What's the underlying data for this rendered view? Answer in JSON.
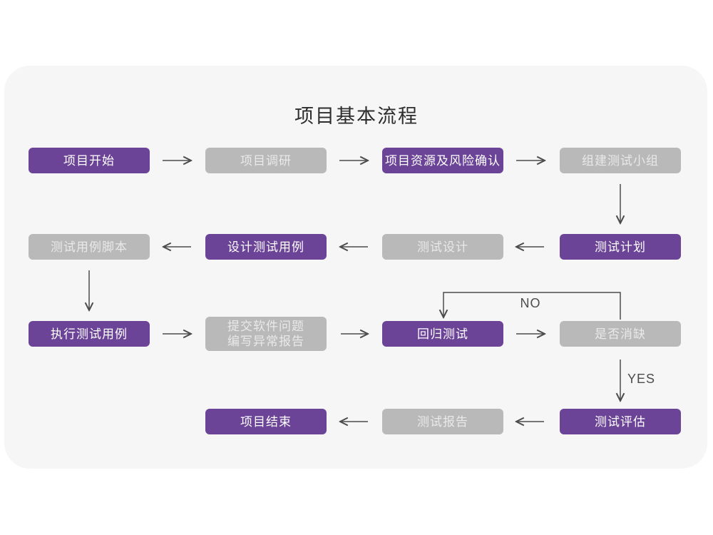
{
  "title": "项目基本流程",
  "diagram": {
    "nodes": [
      {
        "id": "project-start",
        "label": "项目开始",
        "variant": "purple",
        "row": 1,
        "col": 1
      },
      {
        "id": "project-research",
        "label": "项目调研",
        "variant": "gray",
        "row": 1,
        "col": 2
      },
      {
        "id": "resource-risk-confirm",
        "label": "项目资源及风险确认",
        "variant": "purple",
        "row": 1,
        "col": 3
      },
      {
        "id": "build-test-team",
        "label": "组建测试小组",
        "variant": "gray",
        "row": 1,
        "col": 4
      },
      {
        "id": "test-case-script",
        "label": "测试用例脚本",
        "variant": "gray",
        "row": 2,
        "col": 1
      },
      {
        "id": "design-test-case",
        "label": "设计测试用例",
        "variant": "purple",
        "row": 2,
        "col": 2
      },
      {
        "id": "test-design",
        "label": "测试设计",
        "variant": "gray",
        "row": 2,
        "col": 3
      },
      {
        "id": "test-plan",
        "label": "测试计划",
        "variant": "purple",
        "row": 2,
        "col": 4
      },
      {
        "id": "execute-test-case",
        "label": "执行测试用例",
        "variant": "purple",
        "row": 3,
        "col": 1
      },
      {
        "id": "submit-issue-report",
        "label": "提交软件问题\n编写异常报告",
        "variant": "gray",
        "row": 3,
        "col": 2
      },
      {
        "id": "regression-test",
        "label": "回归测试",
        "variant": "purple",
        "row": 3,
        "col": 3
      },
      {
        "id": "defect-cleared",
        "label": "是否消缺",
        "variant": "gray",
        "row": 3,
        "col": 4
      },
      {
        "id": "project-end",
        "label": "项目结束",
        "variant": "purple",
        "row": 4,
        "col": 2
      },
      {
        "id": "test-report",
        "label": "测试报告",
        "variant": "gray",
        "row": 4,
        "col": 3
      },
      {
        "id": "test-evaluation",
        "label": "测试评估",
        "variant": "purple",
        "row": 4,
        "col": 4
      }
    ],
    "branch_labels": {
      "no": "NO",
      "yes": "YES"
    }
  },
  "colors": {
    "node_purple": "#6b4397",
    "node_gray": "#b9b9ba",
    "card_background": "#f6f6f7",
    "page_background": "#ffffff",
    "arrow": "#4c4c4c",
    "node_text_on_purple": "#ffffff",
    "node_text_on_gray": "#e9e9e9",
    "title_text": "#2d2d2d"
  }
}
